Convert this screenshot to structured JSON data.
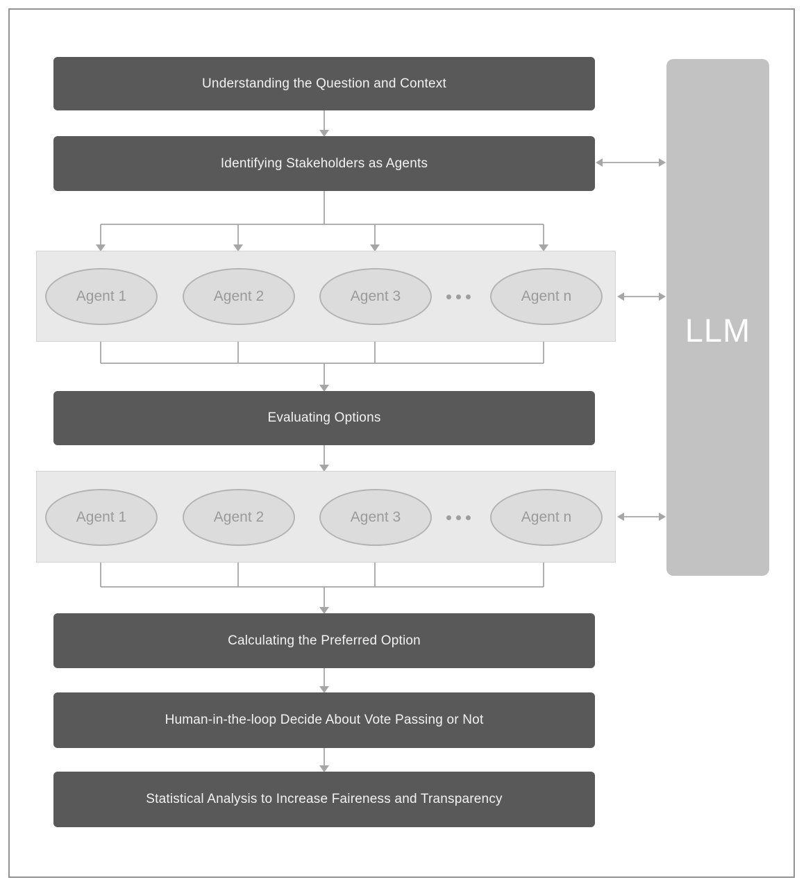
{
  "diagram": {
    "steps": [
      {
        "label": "Understanding the Question and Context"
      },
      {
        "label": "Identifying Stakeholders as Agents"
      },
      {
        "label": "Evaluating Options"
      },
      {
        "label": "Calculating the Preferred Option"
      },
      {
        "label": "Human-in-the-loop Decide About Vote Passing or Not"
      },
      {
        "label": "Statistical Analysis to Increase Faireness and Transparency"
      }
    ],
    "agent_groups": [
      {
        "agents": [
          "Agent 1",
          "Agent 2",
          "Agent 3",
          "Agent n"
        ],
        "ellipsis_icon": "•••"
      },
      {
        "agents": [
          "Agent 1",
          "Agent 2",
          "Agent 3",
          "Agent n"
        ],
        "ellipsis_icon": "•••"
      }
    ],
    "llm_label": "LLM",
    "colors": {
      "step_box": "#595959",
      "step_text": "#f2f2f2",
      "group_fill": "#e9e9e9",
      "group_border": "#d2d2d2",
      "agent_fill": "#dcdcdc",
      "agent_border": "#b3b3b3",
      "agent_text": "#9a9a9a",
      "llm_fill": "#c2c2c2",
      "llm_text": "#fdfdfd",
      "connector": "#a6a6a6",
      "frame_border": "#929292"
    }
  }
}
